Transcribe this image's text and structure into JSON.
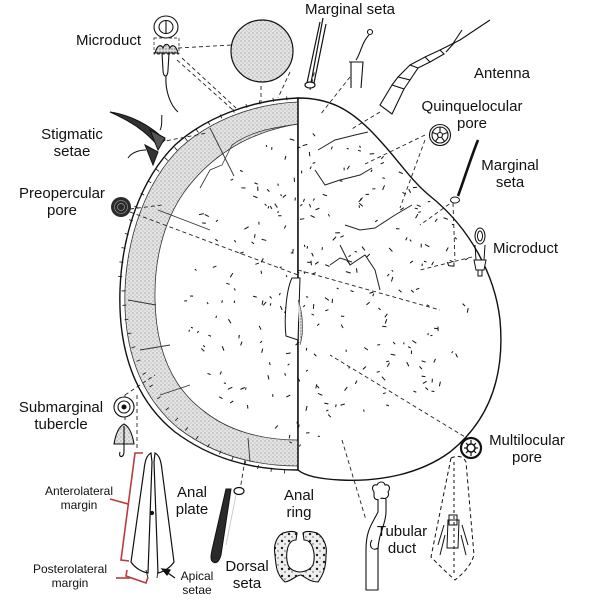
{
  "figure": {
    "subject": "Soft scale insect (Coccidae) adult female morphology, dorsal (left half) and ventral (right half) views",
    "colors": {
      "ink": "#111111",
      "marginal_band": "#d9d9d9",
      "bracket": "#b83c3c",
      "background": "#ffffff"
    }
  },
  "labels": {
    "marginal_seta_top": "Marginal seta",
    "microduct_left": "Microduct",
    "antenna": "Antenna",
    "quinquelocular_pore": "Quinquelocular\npore",
    "stigmatic_setae": "Stigmatic\nsetae",
    "marginal_seta_right": "Marginal\nseta",
    "preopercular_pore": "Preopercular\npore",
    "microduct_right": "Microduct",
    "submarginal_tubercle": "Submarginal\ntubercle",
    "multilocular_pore": "Multilocular\npore",
    "anterolateral_margin": "Anterolateral\nmargin",
    "anal_plate": "Anal\nplate",
    "anal_ring": "Anal\nring",
    "posterolateral_margin": "Posterolateral\nmargin",
    "apical_setae": "Apical\nsetae",
    "dorsal_seta": "Dorsal\nseta",
    "tubular_duct": "Tubular\nduct"
  },
  "icons": [
    "dorsal-microduct-icon",
    "dorsal-pore-disc-icon",
    "marginal-seta-icon",
    "spiracle-icon",
    "antenna-icon",
    "quinquelocular-pore-icon",
    "stigmatic-setae-icon",
    "marginal-seta-ventral-icon",
    "preopercular-pore-icon",
    "ventral-microduct-icon",
    "submarginal-tubercle-icon",
    "multilocular-pore-icon",
    "anal-plate-icon",
    "dorsal-seta-icon",
    "anal-ring-icon",
    "tubular-duct-icon",
    "anal-cleft-icon"
  ]
}
